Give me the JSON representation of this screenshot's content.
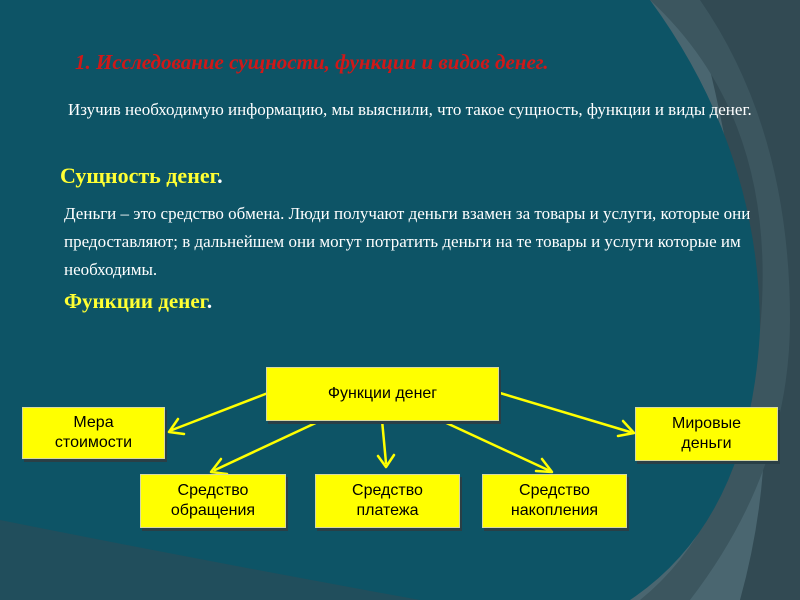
{
  "slide": {
    "title": "1.  Исследование сущности, функции и видов денег.",
    "intro": "Изучив необходимую информацию, мы выяснили, что такое сущность, функции и виды денег.",
    "essence_heading": "Сущность денег",
    "essence_heading_dot": ".",
    "essence_text": "Деньги – это средство обмена. Люди получают деньги взамен за товары и услуги, которые они предоставляют;  в дальнейшем они могут потратить деньги на те товары и услуги которые им необходимы.",
    "functions_heading": "Функции денег",
    "functions_heading_dot": "."
  },
  "diagram": {
    "root": "Функции денег",
    "nodes": [
      {
        "id": "measure",
        "label_line1": "Мера",
        "label_line2": "стоимости"
      },
      {
        "id": "circulation",
        "label_line1": "Средство",
        "label_line2": "обращения"
      },
      {
        "id": "payment",
        "label_line1": "Средство",
        "label_line2": "платежа"
      },
      {
        "id": "accumulation",
        "label_line1": "Средство",
        "label_line2": "накопления"
      },
      {
        "id": "world",
        "label_line1": "Мировые",
        "label_line2": "деньги"
      }
    ],
    "colors": {
      "box_fill": "#ffff00",
      "arrow": "#ffff00",
      "title": "#d01818",
      "heading": "#ffff33",
      "background_main": "#0d5466",
      "background_outer": "#4a6670"
    }
  }
}
